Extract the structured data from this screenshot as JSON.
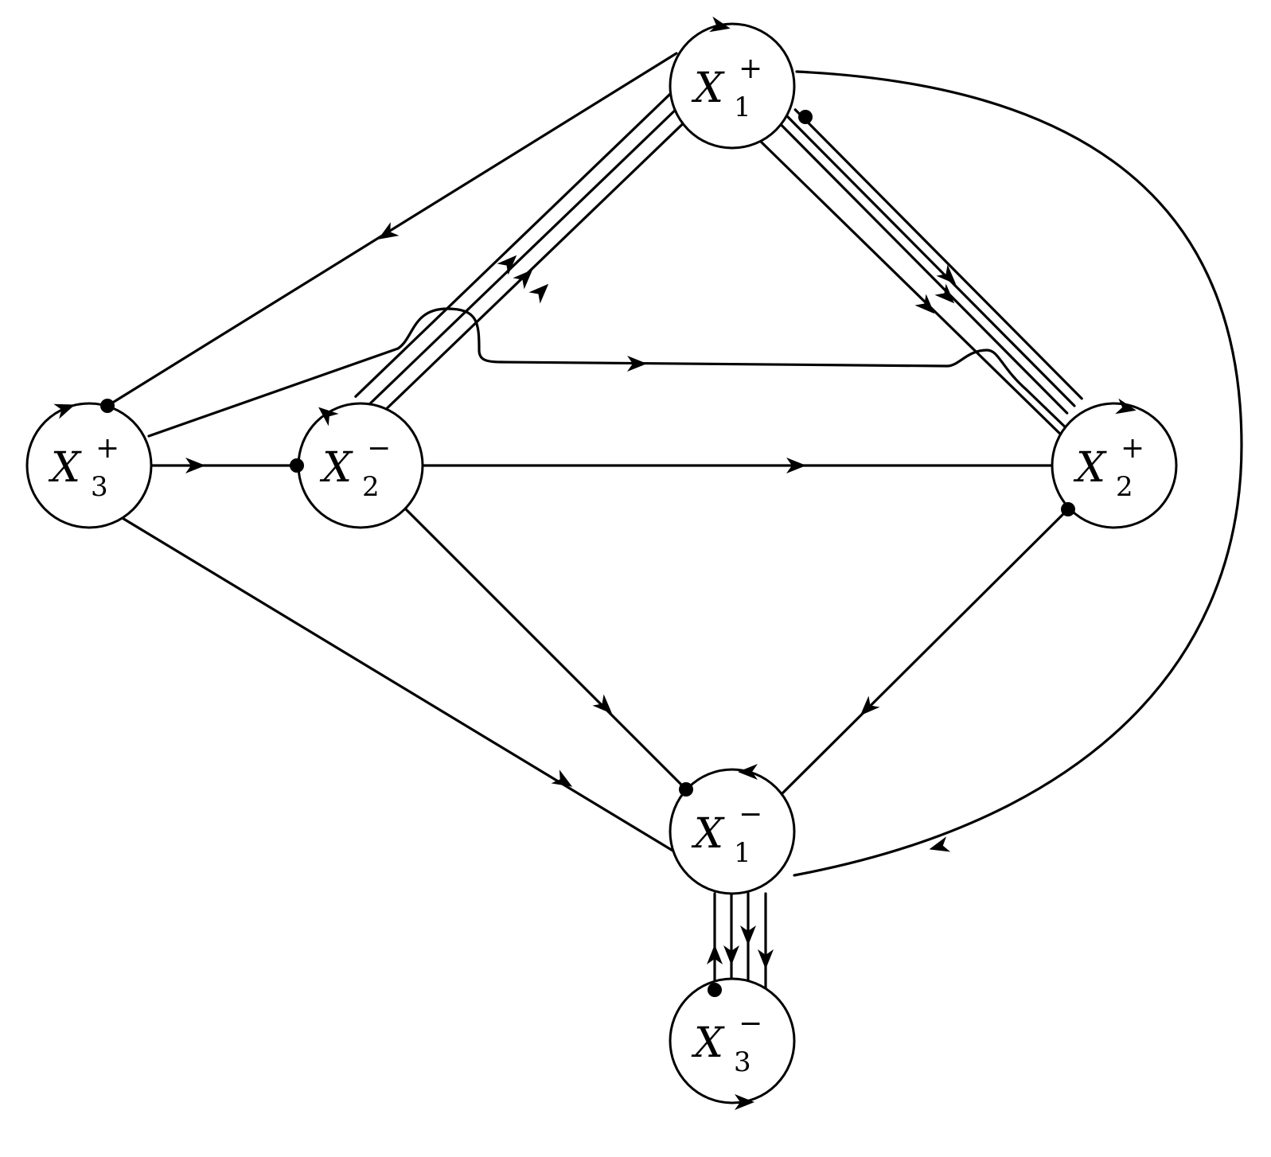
{
  "nodes": [
    {
      "id": "x1p",
      "name": "node-x1-plus",
      "main": "X",
      "sub": "1",
      "sup": "+"
    },
    {
      "id": "x2m",
      "name": "node-x2-minus",
      "main": "X",
      "sub": "2",
      "sup": "−"
    },
    {
      "id": "x3p",
      "name": "node-x3-plus",
      "main": "X",
      "sub": "3",
      "sup": "+"
    },
    {
      "id": "x2p",
      "name": "node-x2-plus",
      "main": "X",
      "sub": "2",
      "sup": "+"
    },
    {
      "id": "x1m",
      "name": "node-x1-minus",
      "main": "X",
      "sub": "1",
      "sup": "−"
    },
    {
      "id": "x3m",
      "name": "node-x3-minus",
      "main": "X",
      "sub": "3",
      "sup": "−"
    }
  ]
}
